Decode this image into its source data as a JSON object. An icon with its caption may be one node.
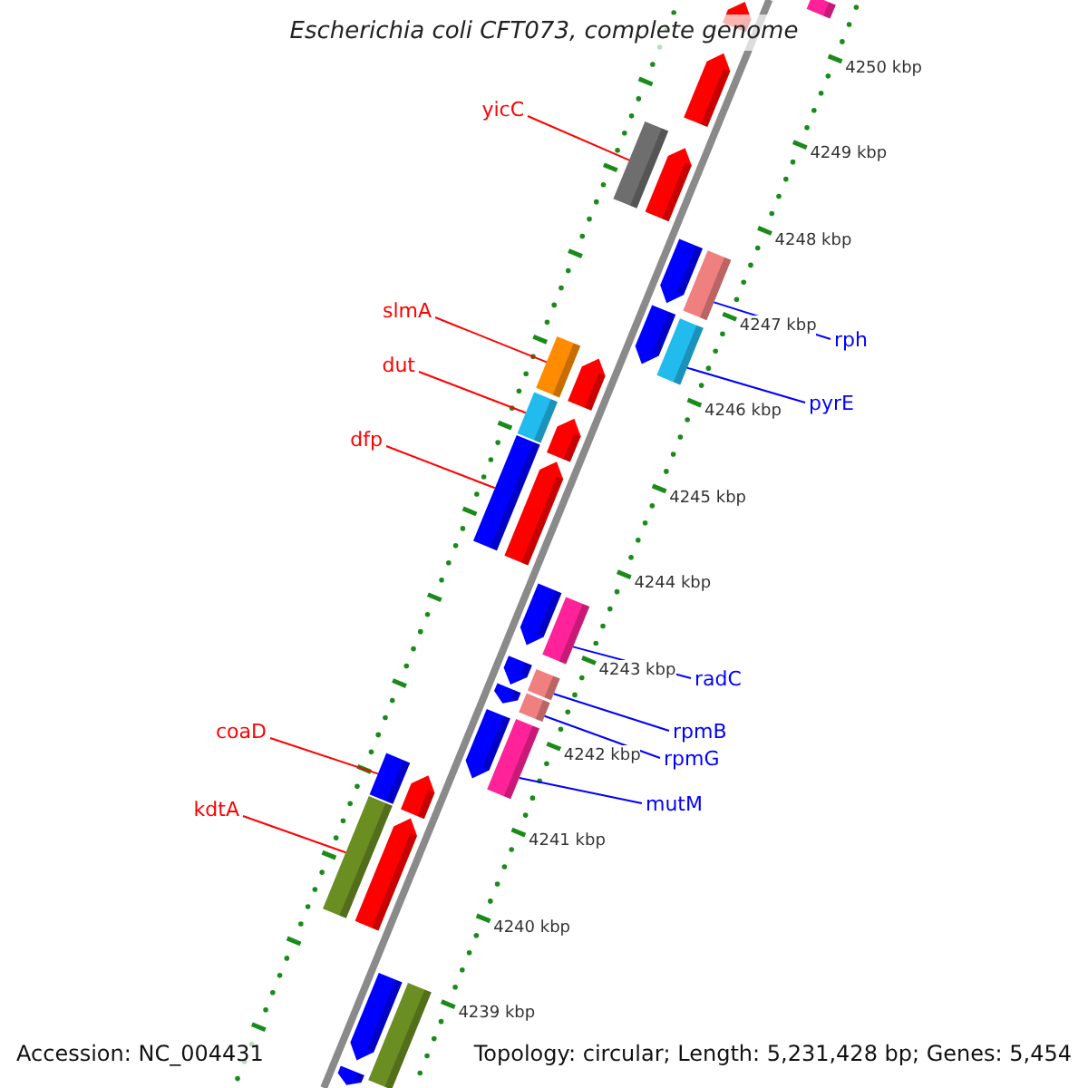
{
  "diagram": {
    "title": "Escherichia coli CFT073, complete genome",
    "nodes": [
      {
        "text": [
          "yicC"
        ]
      },
      {
        "text": [
          "slmA"
        ]
      },
      {
        "text": [
          "dut"
        ]
      },
      {
        "text": [
          "dfp"
        ]
      },
      {
        "text": [
          "coaD"
        ]
      },
      {
        "text": [
          "kdtA"
        ]
      },
      {
        "text": [
          "rph"
        ]
      },
      {
        "text": [
          "pyrE"
        ]
      },
      {
        "text": [
          "radC"
        ]
      },
      {
        "text": [
          "rpmB"
        ]
      },
      {
        "text": [
          "rpmG"
        ]
      },
      {
        "text": [
          "mutM"
        ]
      },
      {
        "text": [],
        "shape": "box"
      },
      {
        "text": [],
        "shape": "box"
      },
      {
        "text": [],
        "shape": "box"
      },
      {
        "text": [],
        "shape": "box"
      },
      {
        "text": [],
        "shape": "box"
      },
      {
        "text": [],
        "shape": "box"
      },
      {
        "text": [],
        "shape": "box"
      },
      {
        "text": [],
        "shape": "box"
      },
      {
        "text": [],
        "shape": "box"
      },
      {
        "text": [],
        "shape": "box"
      },
      {
        "text": [],
        "shape": "box"
      },
      {
        "text": [],
        "shape": "box"
      },
      {
        "text": [],
        "shape": "arrow"
      },
      {
        "text": [],
        "shape": "arrow"
      },
      {
        "text": [],
        "shape": "arrow"
      },
      {
        "text": [],
        "shape": "arrow"
      },
      {
        "text": [],
        "shape": "arrow"
      },
      {
        "text": [],
        "shape": "arrow"
      },
      {
        "text": [],
        "shape": "arrow"
      },
      {
        "text": [],
        "shape": "arrow"
      },
      {
        "text": [],
        "shape": "arrow"
      },
      {
        "text": [],
        "shape": "arrow"
      },
      {
        "text": [],
        "shape": "arrow"
      },
      {
        "text": [],
        "shape": "arrow"
      },
      {
        "text": [],
        "shape": "arrow"
      },
      {
        "text": [],
        "shape": "arrow"
      },
      {
        "text": [],
        "shape": "arrow"
      },
      {
        "text": [],
        "shape": "arrow"
      },
      {
        "text": [],
        "shape": "box"
      },
      {
        "text": [],
        "shape": "box"
      }
    ],
    "edges": [
      {
        "from": 0,
        "to": 12,
        "arrow": "none",
        "color": "#ff0000"
      },
      {
        "from": 1,
        "to": 13,
        "arrow": "none",
        "color": "#ff0000"
      },
      {
        "from": 2,
        "to": 14,
        "arrow": "none",
        "color": "#ff0000"
      },
      {
        "from": 3,
        "to": 15,
        "arrow": "none",
        "color": "#ff0000"
      },
      {
        "from": 4,
        "to": 16,
        "arrow": "none",
        "color": "#ff0000"
      },
      {
        "from": 5,
        "to": 17,
        "arrow": "none",
        "color": "#ff0000"
      },
      {
        "from": 6,
        "to": 18,
        "arrow": "none",
        "color": "#0000ff"
      },
      {
        "from": 7,
        "to": 19,
        "arrow": "none",
        "color": "#0000ff"
      },
      {
        "from": 8,
        "to": 20,
        "arrow": "none",
        "color": "#0000ff"
      },
      {
        "from": 9,
        "to": 21,
        "arrow": "none",
        "color": "#0000ff"
      },
      {
        "from": 10,
        "to": 22,
        "arrow": "none",
        "color": "#0000ff"
      },
      {
        "from": 11,
        "to": 23,
        "arrow": "none",
        "color": "#0000ff"
      }
    ],
    "labels": [
      "4250 kbp",
      "4249 kbp",
      "4248 kbp",
      "4247 kbp",
      "4246 kbp",
      "4245 kbp",
      "4244 kbp",
      "4243 kbp",
      "4242 kbp",
      "4241 kbp",
      "4240 kbp",
      "4239 kbp",
      "Accession: NC_004431",
      "Topology: circular; Length: 5,231,428 bp; Genes: 5,454"
    ]
  }
}
